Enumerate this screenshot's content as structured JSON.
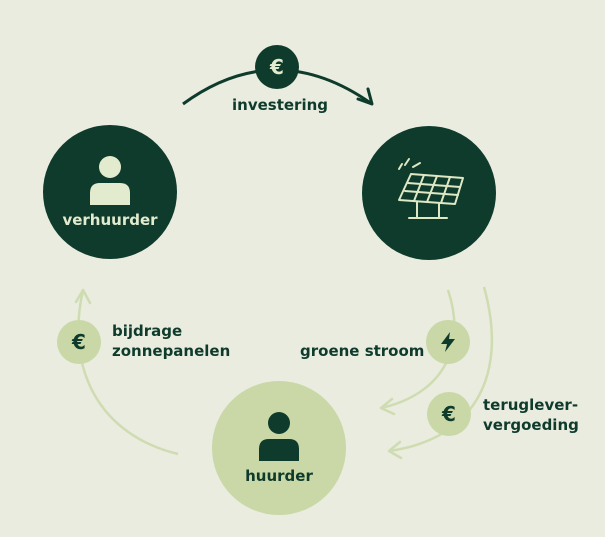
{
  "nodes": {
    "landlord": {
      "label": "verhuurder",
      "icon": "person-icon",
      "color": "#0f3b2c",
      "text_color": "#e3ebcf"
    },
    "solar": {
      "icon": "solar-panel-icon",
      "color": "#0f3b2c"
    },
    "tenant": {
      "label": "huurder",
      "icon": "person-icon",
      "color": "#c9d8a6",
      "text_color": "#0f3b2c"
    }
  },
  "flows": {
    "investment": {
      "label": "investering",
      "icon": "euro-icon"
    },
    "green_power": {
      "label": "groene stroom",
      "icon": "lightning-bolt-icon"
    },
    "feed_in": {
      "label_line1": "teruglever-",
      "label_line2": "vergoeding",
      "icon": "euro-icon"
    },
    "contribution": {
      "label_line1": "bijdrage",
      "label_line2": "zonnepanelen",
      "icon": "euro-icon"
    }
  },
  "colors": {
    "background": "#e9ecdf",
    "dark_green": "#0f3b2c",
    "light_green": "#c9d8a6",
    "arrow_light": "#cfdcb1"
  }
}
